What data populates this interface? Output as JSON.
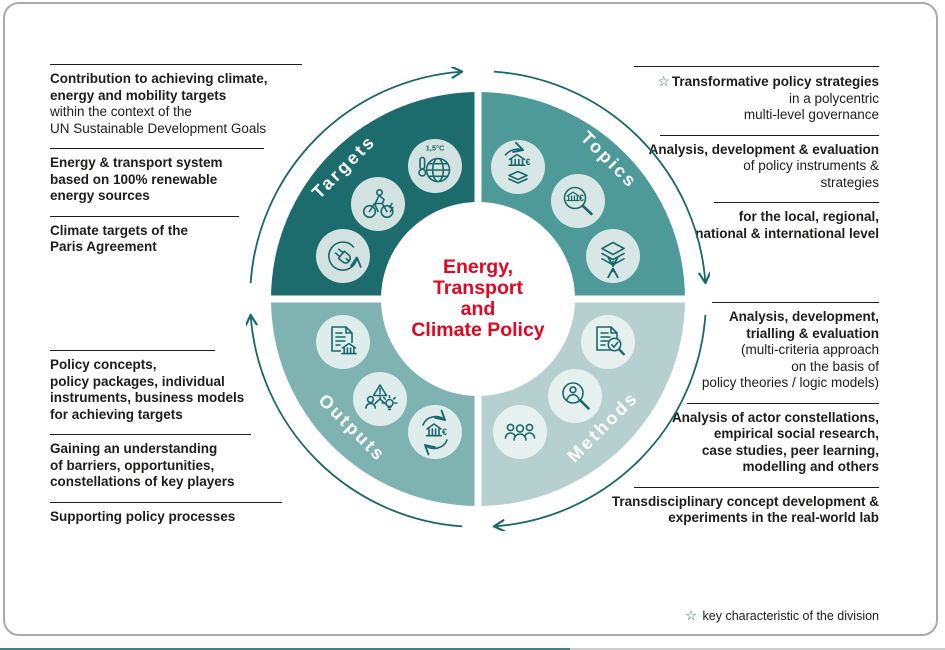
{
  "colors": {
    "targets_quadrant": "#1c6b6d",
    "topics_quadrant": "#4e9a99",
    "outputs_quadrant": "#7fb3b2",
    "methods_quadrant": "#b6d0cf",
    "accent_red": "#e30521",
    "line_teal": "#1a686b",
    "text": "#1d1d1b",
    "star_teal": "#2b7f81"
  },
  "center": {
    "lines": [
      "Energy,",
      "Transport",
      "and",
      "Climate Policy"
    ]
  },
  "quadrants": {
    "targets": {
      "label": "Targets"
    },
    "topics": {
      "label": "Topics"
    },
    "outputs": {
      "label": "Outputs"
    },
    "methods": {
      "label": "Methods"
    }
  },
  "icons": {
    "star_glyph": "☆",
    "euro_glyph": "€",
    "globe_label": "1,5°C"
  },
  "left": {
    "top": [
      {
        "bold": [
          "Contribution to achieving climate,",
          "energy and mobility targets"
        ],
        "regular": [
          "within the context of the",
          "UN Sustainable Development Goals"
        ]
      },
      {
        "bold": [
          "Energy & transport system",
          "based on 100% renewable",
          "energy sources"
        ]
      },
      {
        "bold": [
          "Climate targets of the",
          "Paris Agreement"
        ]
      }
    ],
    "bottom": [
      {
        "bold": [
          "Policy concepts,",
          "policy packages, individual",
          "instruments, business models",
          "for achieving targets"
        ]
      },
      {
        "bold": [
          "Gaining an understanding",
          "of barriers, opportunities,",
          "constellations of key players"
        ]
      },
      {
        "bold": [
          "Supporting policy processes"
        ]
      }
    ]
  },
  "right": {
    "top": [
      {
        "bold": [
          "Transformative policy strategies"
        ],
        "regular": [
          "in a polycentric",
          "multi-level governance"
        ]
      },
      {
        "bold": [
          "Analysis, development & evaluation"
        ],
        "regular": [
          "of policy instruments &",
          "strategies"
        ]
      },
      {
        "bold": [
          "for the local, regional,",
          "national & international level"
        ]
      }
    ],
    "bottom": [
      {
        "bold": [
          "Analysis, development,",
          "trialling & evaluation"
        ],
        "regular": [
          "(multi-criteria approach",
          "on the basis of",
          "policy theories / logic models)"
        ]
      },
      {
        "bold": [
          "Analysis of actor constellations,",
          "empirical social research,",
          "case studies, peer learning,",
          "modelling and others"
        ]
      },
      {
        "bold": [
          "Transdisciplinary concept development &",
          "experiments in the real-world lab"
        ]
      }
    ]
  },
  "legend": {
    "text": "key characteristic of the division"
  }
}
